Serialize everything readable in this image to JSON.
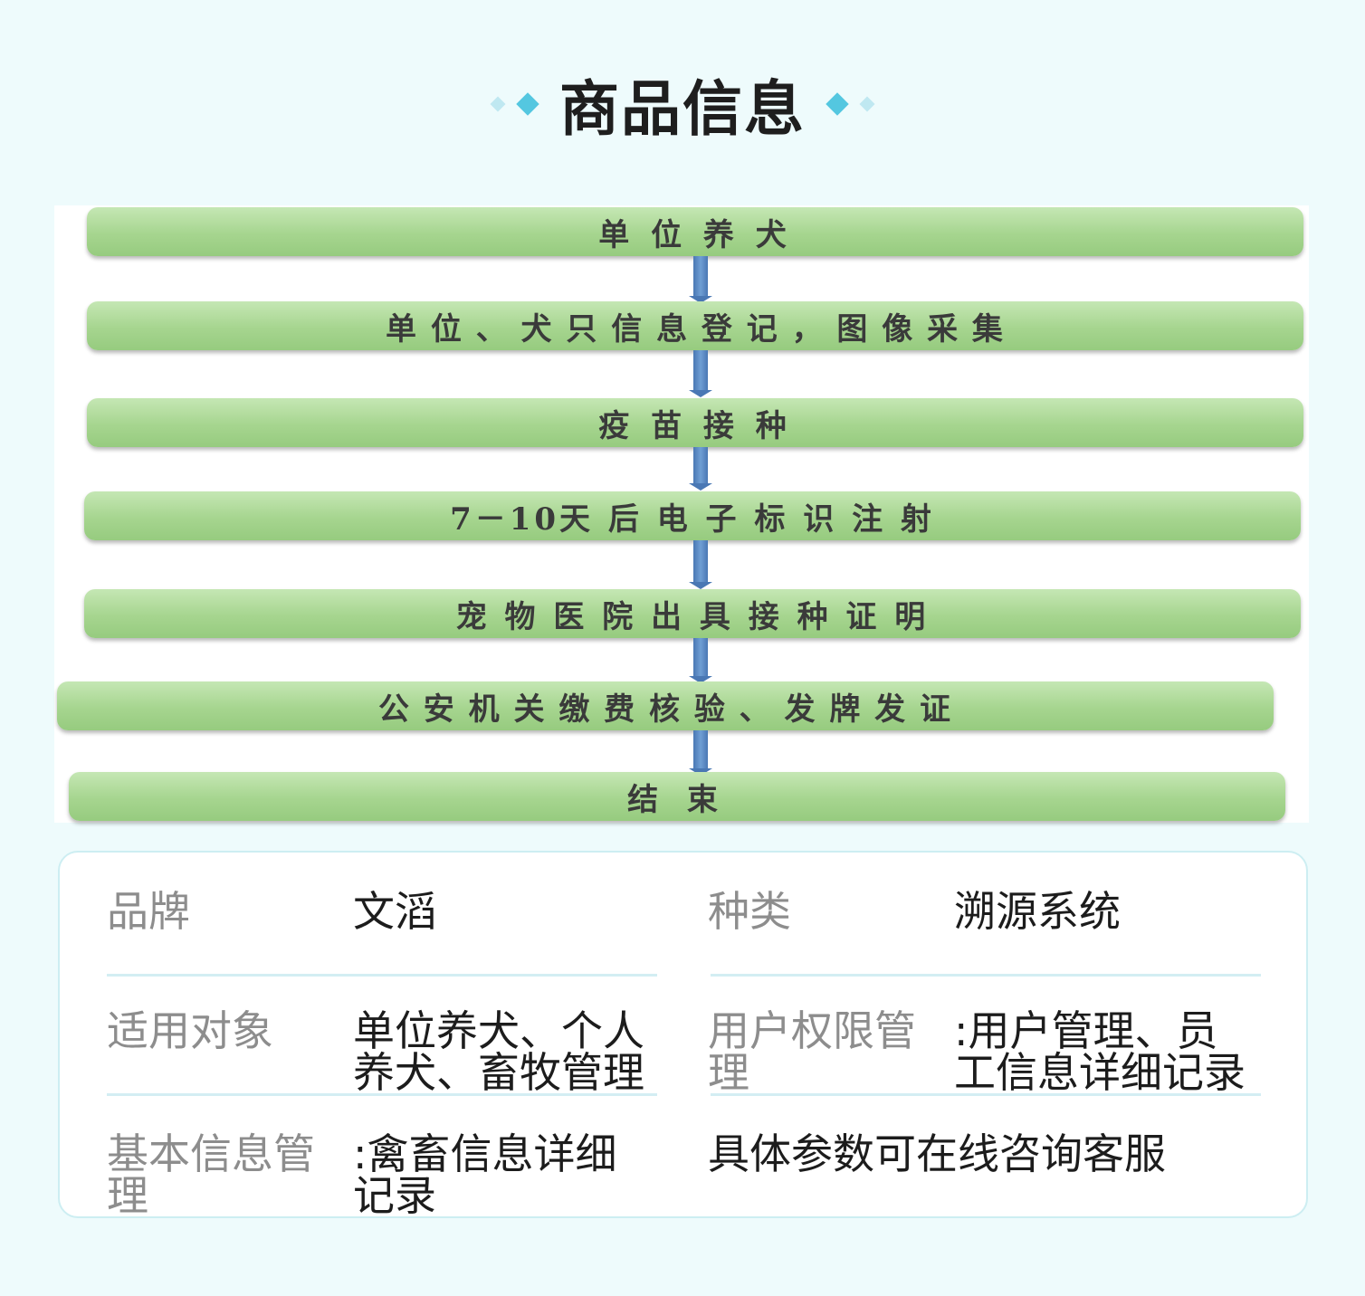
{
  "header": {
    "title": "商品信息",
    "decor_colors": {
      "light": "#bfe8f1",
      "dark": "#54c7e0"
    }
  },
  "flow": {
    "steps": [
      "单 位 养 犬",
      "单 位 、 犬 只 信 息 登 记 ， 图 像 采 集",
      "疫 苗 接 种",
      "7－10天 后 电 子 标 识 注 射",
      "宠 物 医 院 出 具 接 种 证 明",
      "公 安 机 关 缴 费 核 验 、 发 牌 发 证",
      "结 束"
    ]
  },
  "info": {
    "brand_label": "品牌",
    "brand_value": "文滔",
    "category_label": "种类",
    "category_value": "溯源系统",
    "target_label": "适用对象",
    "target_value_line1": "单位养犬、个人",
    "target_value_line2": "养犬、畜牧管理",
    "permission_label_line1": "用户权限管",
    "permission_label_line2": "理",
    "permission_value_line1": ":用户管理、员",
    "permission_value_line2": "工信息详细记录",
    "basic_label_line1": "基本信息管",
    "basic_label_line2": "理",
    "basic_value_line1": ":禽畜信息详细",
    "basic_value_line2": "记录",
    "consult_note": "具体参数可在线咨询客服"
  }
}
